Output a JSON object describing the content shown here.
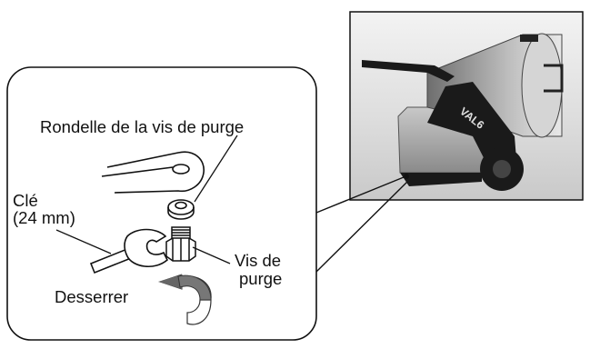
{
  "labels": {
    "washer": "Rondelle de la vis de purge",
    "wrench_line1": "Clé",
    "wrench_line2": "(24 mm)",
    "screw_line1": "Vis de",
    "screw_line2": "purge",
    "loosen": "Desserrer"
  },
  "photo": {
    "brand_text": "VAL6"
  },
  "colors": {
    "ink": "#111111",
    "photo_background": "#dcdcdc",
    "heater_body": "#9a9a9a",
    "frame_black": "#1a1a1a"
  }
}
